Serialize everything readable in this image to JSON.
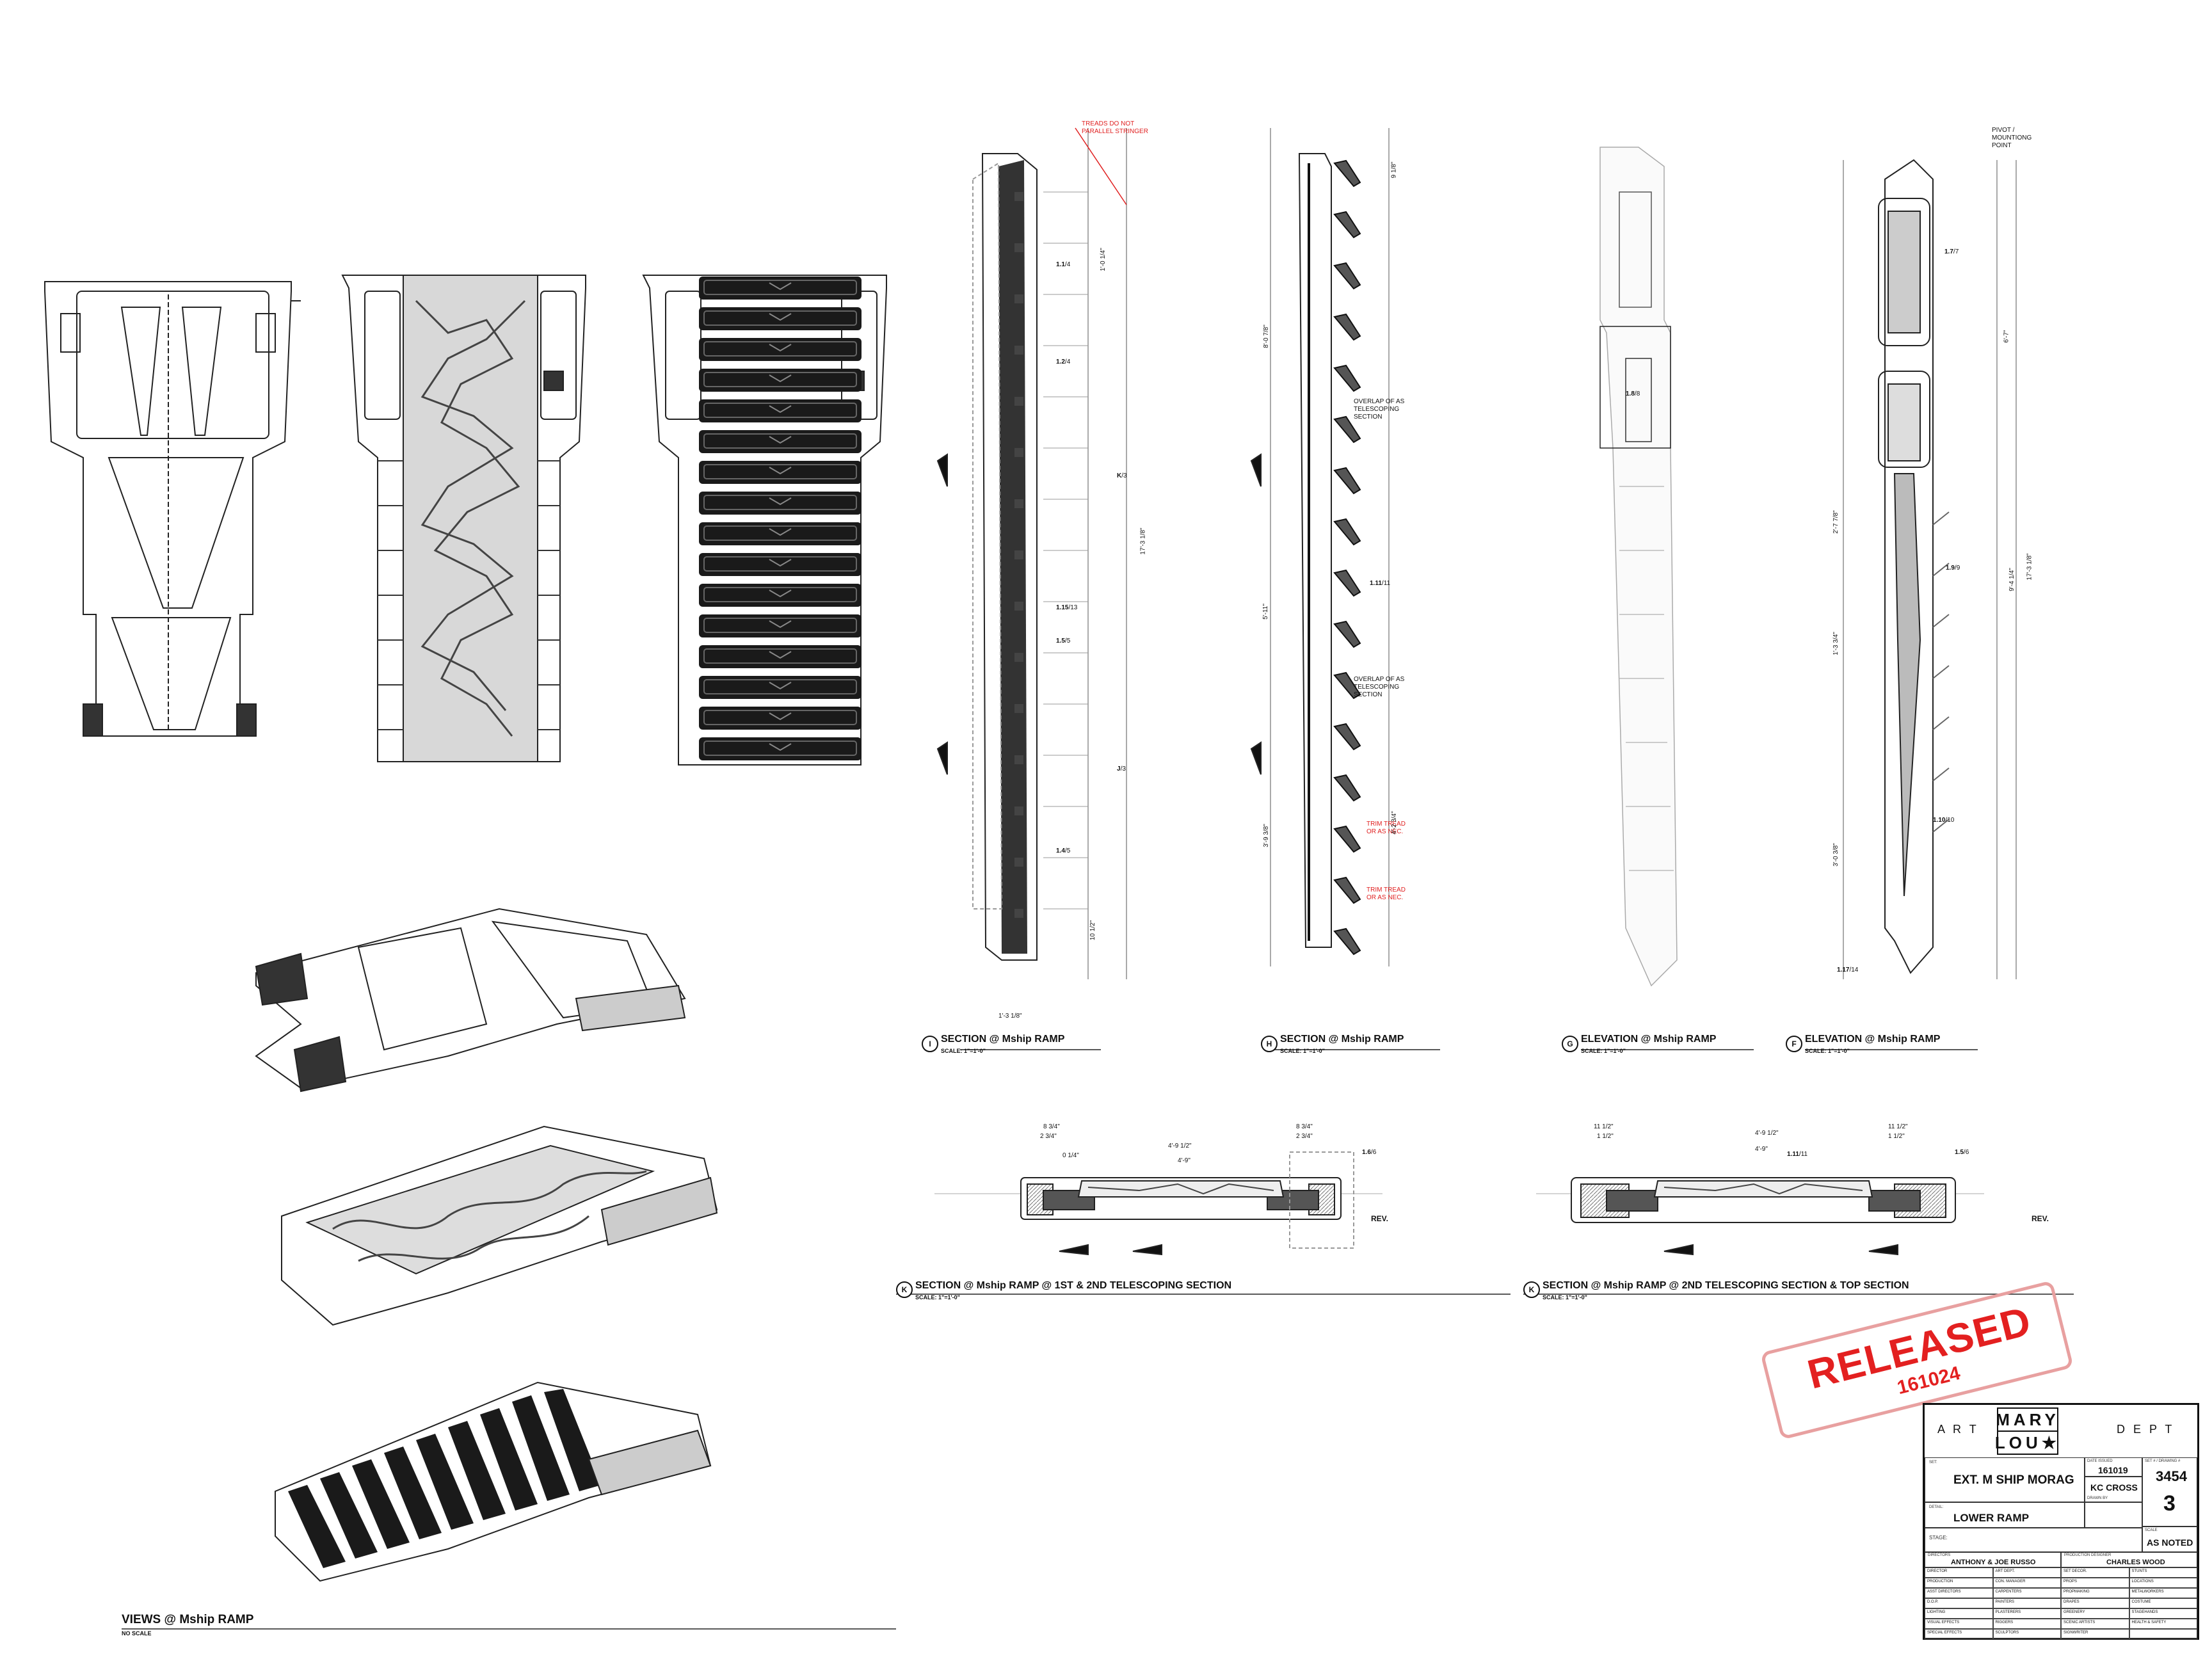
{
  "views": {
    "title": "VIEWS @ Mship RAMP",
    "scale": "NO SCALE"
  },
  "sections": [
    {
      "id": "I",
      "title": "SECTION @ Mship RAMP",
      "scale": "SCALE: 1\"=1'-0\""
    },
    {
      "id": "H",
      "title": "SECTION @ Mship RAMP",
      "scale": "SCALE: 1\"=1'-0\""
    },
    {
      "id": "G",
      "title": "ELEVATION @ Mship RAMP",
      "scale": "SCALE: 1\"=1'-0\""
    },
    {
      "id": "F",
      "title": "ELEVATION @ Mship RAMP",
      "scale": "SCALE: 1\"=1'-0\""
    },
    {
      "id": "K",
      "title": "SECTION  @ Mship RAMP @ 1ST & 2ND TELESCOPING SECTION",
      "scale": "SCALE: 1\"=1'-0\""
    },
    {
      "id": "K",
      "title": "SECTION  @ Mship RAMP @ 2ND TELESCOPING SECTION & TOP SECTION",
      "scale": "SCALE: 1\"=1'-0\""
    }
  ],
  "notes": {
    "treads": "TREADS DO NOT\nPARALLEL STRINGER",
    "overlap1": "OVERLAP OF AS\nTELESCOPING\nSECTION",
    "overlap2": "OVERLAP OF AS\nTELESCOPING\nSECTION",
    "trim1": "TRIM TREAD\nOR AS NEC.",
    "trim2": "TRIM TREAD\nOR AS NEC.",
    "pivot": "PIVOT /\nMOUNTIONG\nPOINT",
    "rev1": "REV.",
    "rev2": "REV."
  },
  "callouts": [
    {
      "top": "K",
      "bot": "3"
    },
    {
      "top": "J",
      "bot": "3"
    },
    {
      "top": "1.15",
      "bot": "13"
    },
    {
      "top": "1.5",
      "bot": "5"
    },
    {
      "top": "1.4",
      "bot": "5"
    },
    {
      "top": "1.1",
      "bot": "4"
    },
    {
      "top": "1.2",
      "bot": "4"
    },
    {
      "top": "1.11",
      "bot": "11"
    },
    {
      "top": "1.8",
      "bot": "8"
    },
    {
      "top": "1.7",
      "bot": "7"
    },
    {
      "top": "1.9",
      "bot": "9"
    },
    {
      "top": "1.10",
      "bot": "10"
    },
    {
      "top": "1.17",
      "bot": "14"
    },
    {
      "top": "1.6",
      "bot": "6"
    },
    {
      "top": "1.5",
      "bot": "6"
    },
    {
      "top": "1.11",
      "bot": "11"
    }
  ],
  "dims": {
    "overall": "17'-3 1/8\"",
    "riser": "1'-0 1/4\"",
    "d1": "8'-0 7/8\"",
    "d2": "5'-11\"",
    "d3": "3'-9 3/8\"",
    "d4": "1'-3 1/8\"",
    "d5": "4'-2 3/4\"",
    "d6": "4'-9 1/2\"",
    "d7": "4'-9\"",
    "d8": "8 3/4\"",
    "d9": "11 1/2\"",
    "d10": "1 1/2\"",
    "d11": "2 3/4\"",
    "d12": "0 1/4\"",
    "d13": "9'-4 1/4\"",
    "d14": "2'-7 7/8\"",
    "d15": "1'-3 3/4\"",
    "d16": "3'-0 3/8\"",
    "d17": "10 1/2\"",
    "d18": "6'-7\"",
    "d19": "9 1/8\""
  },
  "stamp": {
    "text": "RELEASED",
    "date": "161024"
  },
  "titleblock": {
    "art": "A R T",
    "dept": "D E P T",
    "logo_top": "MARY",
    "logo_bot": "LOU★",
    "set_cap": "SET:",
    "set": "EXT. M SHIP MORAG",
    "date_cap": "DATE ISSUED",
    "date": "161019",
    "set_no_cap": "SET # / DRAWING #",
    "set_no": "3454",
    "drawing_no": "3",
    "drawn_cap": "DRAWN BY",
    "drawn": "KC CROSS",
    "detail_cap": "DETAIL:",
    "detail": "LOWER RAMP",
    "scale_cap": "SCALE",
    "scale": "AS NOTED",
    "stage_cap": "STAGE:",
    "directors_cap": "DIRECTORS",
    "directors": "ANTHONY & JOE RUSSO",
    "pd_cap": "PRODUCTION DESIGNER",
    "pd": "CHARLES WOOD",
    "grid": [
      [
        "DIRECTOR",
        "ART DEPT.",
        "SET DECOR.",
        "STUNTS"
      ],
      [
        "PRODUCTION",
        "CON. MANAGER",
        "PROPS",
        "LOCATIONS"
      ],
      [
        "ASST DIRECTORS",
        "CARPENTERS",
        "PROPMAKING",
        "METALWORKERS"
      ],
      [
        "D.O.P.",
        "PAINTERS",
        "DRAPES",
        "COSTUME"
      ],
      [
        "LIGHTING",
        "PLASTERERS",
        "GREENERY",
        "STAGEHANDS"
      ],
      [
        "VISUAL EFFECTS",
        "RIGGERS",
        "SCENIC ARTISTS",
        "HEALTH & SAFETY"
      ],
      [
        "SPECIAL EFFECTS",
        "SCULPTORS",
        "SIGNWRITER",
        ""
      ]
    ]
  }
}
